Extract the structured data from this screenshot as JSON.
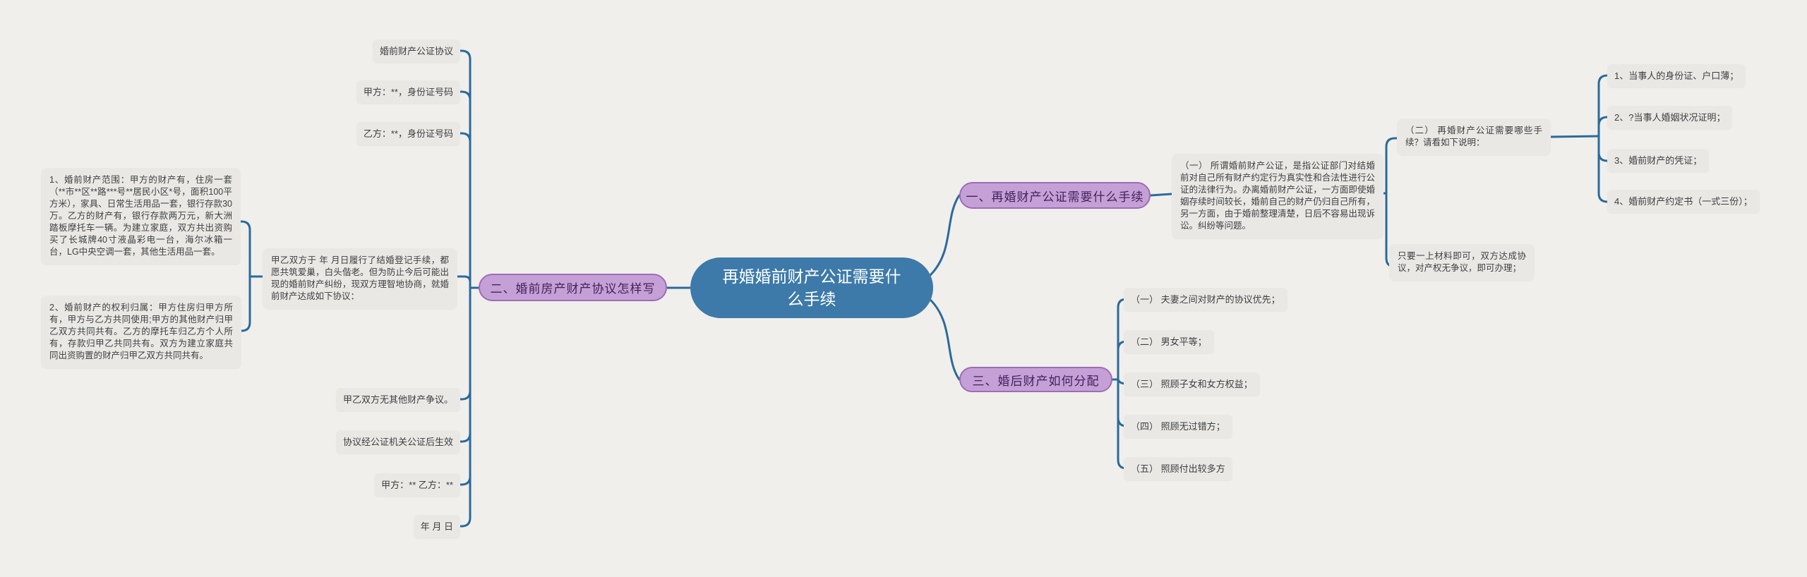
{
  "title": "再婚婚前财产公证需要什么手续",
  "colors": {
    "background": "#f0efec",
    "edge": "#2b6a9b",
    "center_fill": "#3d7aa9",
    "center_text": "#ffffff",
    "branch_fill": "#c5a0d6",
    "branch_border": "#9e6bb8",
    "branch_text": "#42215c",
    "node_fill": "#e9e8e5",
    "node_text": "#3f3f3f"
  },
  "center": {
    "label": "再婚婚前财产公证需要什么手续"
  },
  "branches": [
    {
      "label": "一、再婚财产公证需要什么手续",
      "children": [
        {
          "label": "（一） 所谓婚前财产公证，是指公证部门对结婚前对自己所有财产约定行为真实性和合法性进行公证的法律行为。办离婚前财产公证，一方面即使婚姻存续时间较长，婚前自己的财产仍归自己所有，另一方面，由于婚前整理清楚，日后不容易出现诉讼。纠纷等问题。",
          "children": [
            {
              "label": "（二） 再婚财产公证需要哪些手续？请看如下说明：",
              "children": [
                {
                  "label": "1、当事人的身份证、户口薄；"
                },
                {
                  "label": "2、?当事人婚姻状况证明；"
                },
                {
                  "label": "3、婚前财产的凭证；"
                },
                {
                  "label": "4、婚前财产约定书（一式三份）；"
                }
              ]
            },
            {
              "label": "只要一上材料即可，双方达成协议，对产权无争议，即可办理；"
            }
          ]
        }
      ]
    },
    {
      "label": "二、婚前房产财产协议怎样写",
      "children": [
        {
          "label": "婚前财产公证协议"
        },
        {
          "label": "甲方：**，身份证号码"
        },
        {
          "label": "乙方：**，身份证号码"
        },
        {
          "label": "甲乙双方于 年 月日履行了结婚登记手续，都愿共筑爱巢，白头偕老。但为防止今后可能出现的婚前财产纠纷，现双方理智地协商，就婚前财产达成如下协议：",
          "children": [
            {
              "label": "1、婚前财产范围：甲方的财产有，住房一套（**市**区**路***号**居民小区*号，面积100平方米），家具、日常生活用品一套，银行存款30万。乙方的财产有，银行存款两万元，新大洲踏板摩托车一辆。为建立家庭，双方共出资购买了长城牌40寸液晶彩电一台，海尔冰箱一台，LG中央空调一套，其他生活用品一套。"
            },
            {
              "label": "2、婚前财产的权利归属：甲方住房归甲方所有，甲方与乙方共同使用;甲方的其他财产归甲乙双方共同共有。乙方的摩托车归乙方个人所有，存款归甲乙共同共有。双方为建立家庭共同出资购置的财产归甲乙双方共同共有。"
            }
          ]
        },
        {
          "label": "甲乙双方无其他财产争议。"
        },
        {
          "label": "协议经公证机关公证后生效"
        },
        {
          "label": "甲方：** 乙方：**"
        },
        {
          "label": "年 月 日"
        }
      ]
    },
    {
      "label": "三、婚后财产如何分配",
      "children": [
        {
          "label": "（一） 夫妻之间对财产的协议优先；"
        },
        {
          "label": "（二） 男女平等；"
        },
        {
          "label": "（三） 照顾子女和女方权益；"
        },
        {
          "label": "（四） 照顾无过错方；"
        },
        {
          "label": "（五） 照顾付出较多方"
        }
      ]
    }
  ]
}
